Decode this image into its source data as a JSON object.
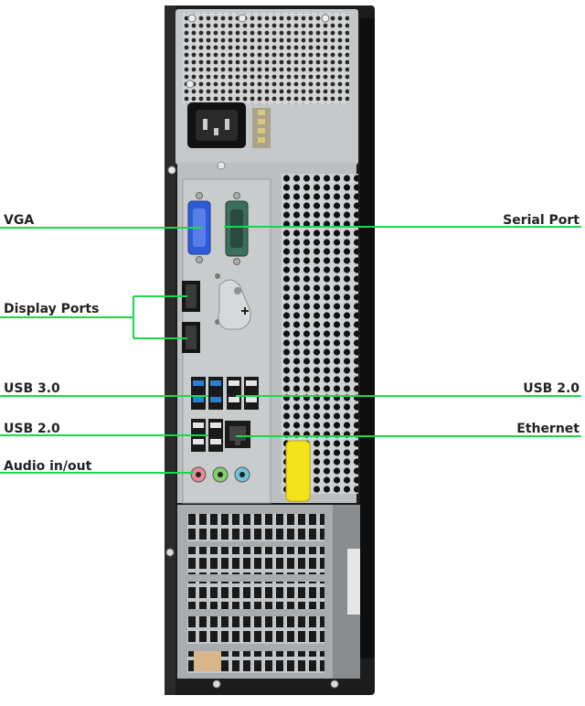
{
  "labels": {
    "vga": "VGA",
    "serial_port": "Serial Port",
    "display_ports": "Display Ports",
    "usb30": "USB 3.0",
    "usb20_right": "USB 2.0",
    "usb20_left": "USB 2.0",
    "ethernet": "Ethernet",
    "audio": "Audio in/out"
  },
  "colors": {
    "callout_line": "#19d94a",
    "chassis": "#1c1c1c",
    "metal": "#b9bcbe",
    "vga_port": "#2e5bd8",
    "serial_port": "#3c6e5c",
    "usb3_port": "#2e7fd4",
    "audio_pink": "#e88a9a",
    "audio_green": "#7ed36a",
    "audio_blue": "#6ec4d8",
    "latch": "#f4e21a"
  }
}
